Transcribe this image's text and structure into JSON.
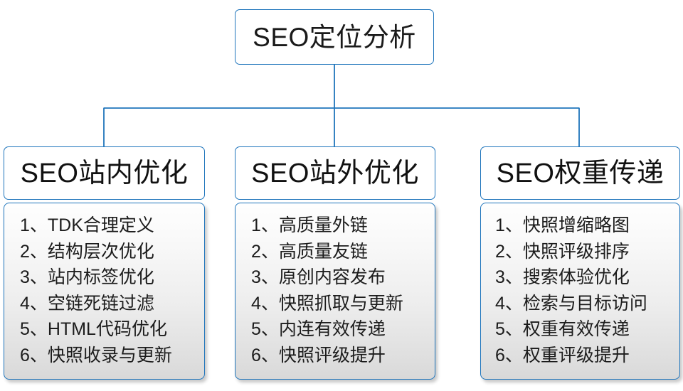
{
  "root": {
    "title": "SEO定位分析"
  },
  "columns": [
    {
      "header": "SEO站内优化",
      "items": [
        "1、TDK合理定义",
        "2、结构层次优化",
        "3、站内标签优化",
        "4、空链死链过滤",
        "5、HTML代码优化",
        "6、快照收录与更新"
      ]
    },
    {
      "header": "SEO站外优化",
      "items": [
        "1、高质量外链",
        "2、高质量友链",
        "3、原创内容发布",
        "4、快照抓取与更新",
        "5、内连有效传递",
        "6、快照评级提升"
      ]
    },
    {
      "header": "SEO权重传递",
      "items": [
        "1、快照增缩略图",
        "2、快照评级排序",
        "3、搜索体验优化",
        "4、检索与目标访问",
        "5、权重有效传递",
        "6、权重评级提升"
      ]
    }
  ],
  "colors": {
    "border": "#1f75bc",
    "connector": "#1f75bc",
    "text": "#1a1a1a",
    "panel_top": "#fefefe",
    "panel_bottom": "#d8d8d8"
  }
}
